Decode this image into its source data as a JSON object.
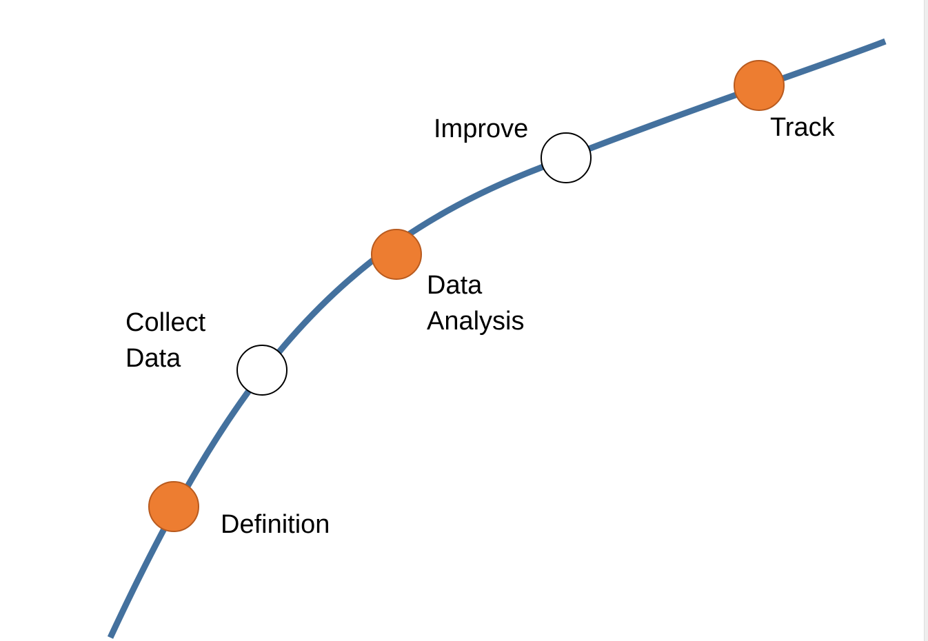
{
  "diagram": {
    "curve_color": "#44719e",
    "steps": [
      {
        "id": "definition",
        "lines": [
          "Definition"
        ],
        "fill": "#ed7d31",
        "stroke": "#b85a1e"
      },
      {
        "id": "collect-data",
        "lines": [
          "Collect",
          "Data"
        ],
        "fill": "#ffffff",
        "stroke": "#000000"
      },
      {
        "id": "data-analysis",
        "lines": [
          "Data",
          "Analysis"
        ],
        "fill": "#ed7d31",
        "stroke": "#b85a1e"
      },
      {
        "id": "improve",
        "lines": [
          "Improve"
        ],
        "fill": "#ffffff",
        "stroke": "#000000"
      },
      {
        "id": "track",
        "lines": [
          "Track"
        ],
        "fill": "#ed7d31",
        "stroke": "#b85a1e"
      }
    ]
  }
}
